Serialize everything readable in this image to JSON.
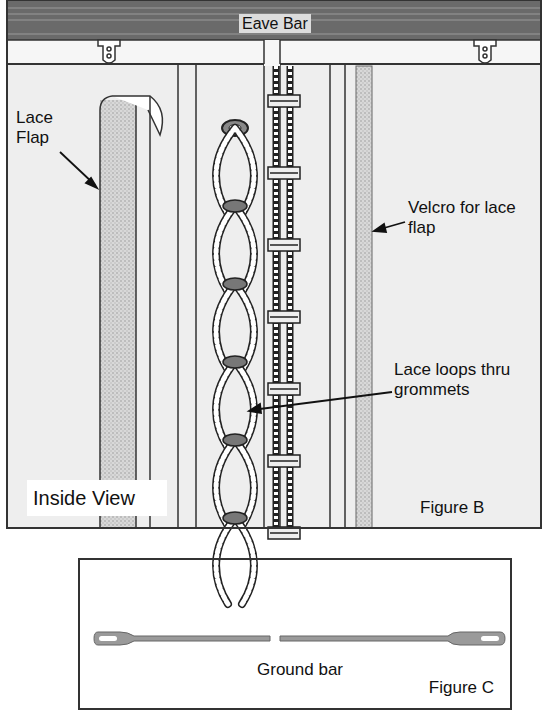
{
  "diagram": {
    "nodes": [
      {
        "text": [
          "Figure B"
        ]
      },
      {
        "text": [
          "Eave Bar"
        ],
        "in": 0
      },
      {
        "text": [
          "Inside View"
        ],
        "in": 0
      },
      {
        "text": [
          "Ground bar",
          "Figure C"
        ]
      }
    ],
    "labels": [
      "Lace Flap",
      "Velcro for lace flap",
      "Lace loops thru grommets"
    ]
  }
}
